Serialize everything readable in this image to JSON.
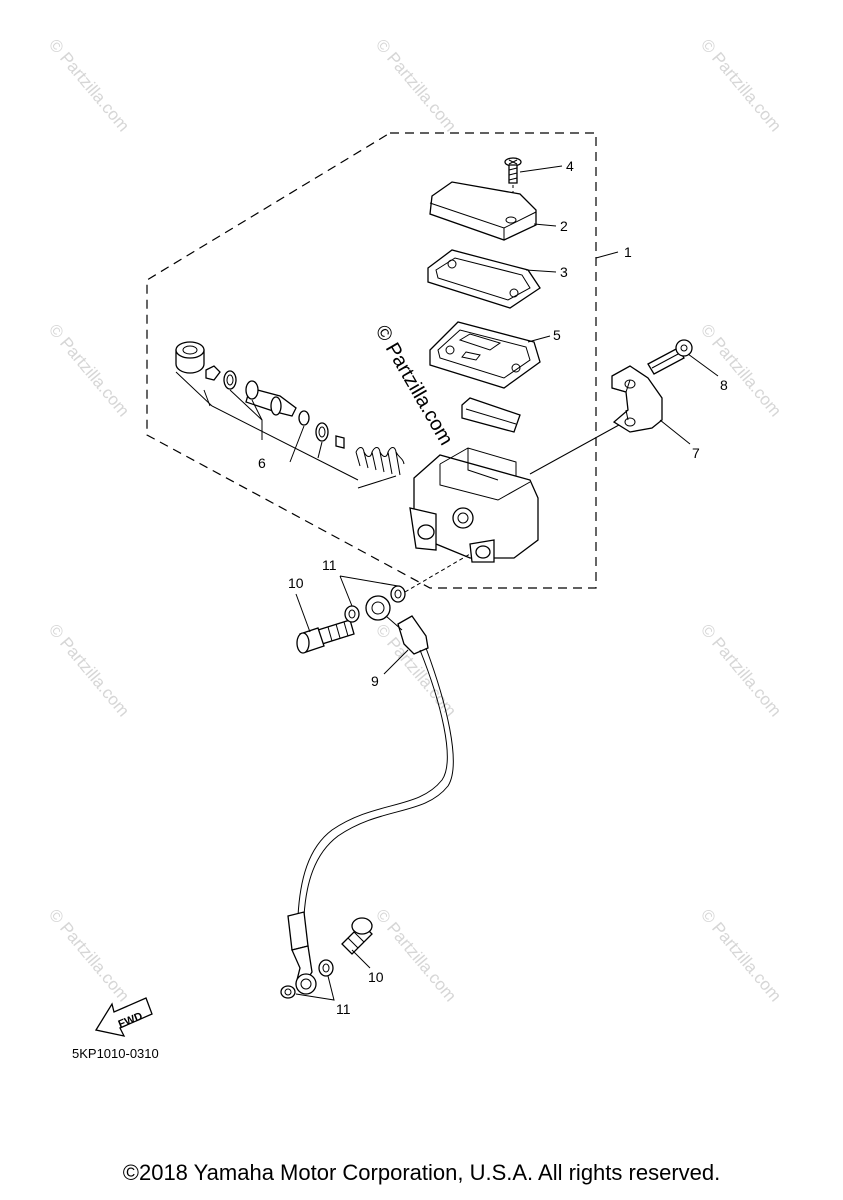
{
  "diagram": {
    "callouts": [
      "1",
      "2",
      "3",
      "4",
      "5",
      "6",
      "7",
      "8",
      "9",
      "10",
      "11",
      "10",
      "11"
    ],
    "watermark": "© Partzilla.com",
    "center_watermark": "© Partzilla.com",
    "fwd_label": "FWD",
    "diagram_code": "5KP1010-0310"
  },
  "footer": {
    "copyright": "©2018 Yamaha Motor Corporation, U.S.A. All rights reserved."
  }
}
